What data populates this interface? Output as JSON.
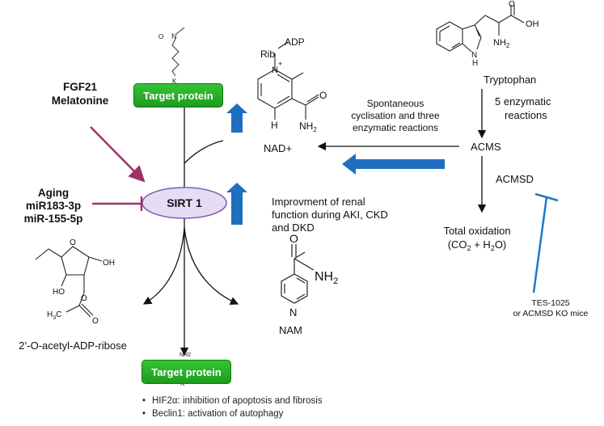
{
  "colors": {
    "green": "#22a822",
    "sirt_fill": "#e6dcf5",
    "sirt_stroke": "#7a5fb0",
    "magenta": "#a0306a",
    "blue_arrow": "#1e6fc0",
    "inhibitor_blue": "#1f78c8"
  },
  "sirt1": {
    "label": "SIRT 1"
  },
  "target_protein_top": {
    "label": "Target protein",
    "residue": "K",
    "acyl_o": "O",
    "nitrogen": "N"
  },
  "target_protein_bottom": {
    "label": "Target protein",
    "residue": "K",
    "amine": "NH2"
  },
  "activators": {
    "line1": "FGF21",
    "line2": "Melatonine"
  },
  "inhibitors": {
    "line1": "Aging",
    "line2": "miR183-3p",
    "line3": "miR-155-5p"
  },
  "nad": {
    "label": "NAD+",
    "rib": "Rib",
    "adp": "ADP",
    "n_plus": "N",
    "plus": "+",
    "h": "H",
    "o": "O",
    "nh2": "NH",
    "nh2_sub": "2"
  },
  "tryptophan": {
    "label": "Tryptophan",
    "oh": "OH",
    "o": "O",
    "nh": "N",
    "nh_h": "H",
    "nh2": "NH",
    "nh2_sub": "2"
  },
  "pathway": {
    "enzymatic": [
      "5 enzymatic",
      "reactions"
    ],
    "spontaneous": [
      "Spontaneous",
      "cyclisation and three",
      "enzymatic reactions"
    ],
    "acms": "ACMS",
    "acmsd": "ACMSD",
    "total_oxidation": "Total oxidation",
    "oxidation_products": [
      "(CO",
      "2",
      " + H",
      "2",
      "O)"
    ],
    "inhibitor_text": [
      "TES-1025",
      "or ACMSD KO mice"
    ]
  },
  "renal": [
    "Improvment of renal",
    "function during AKI, CKD",
    "and DKD"
  ],
  "nam": {
    "label": "NAM",
    "o": "O",
    "nh2": "NH",
    "nh2_sub": "2",
    "n": "N"
  },
  "acetyl_ribose": {
    "label": "2’-O-acetyl-ADP-ribose",
    "oh1": "OH",
    "ho": "HO",
    "h3c": "H",
    "h3c_sub": "3",
    "h3c_c": "C",
    "o1": "O",
    "o2": "O",
    "o3": "O"
  },
  "bullets": [
    "HIF2α: inhibition of apoptosis and fibrosis",
    "Beclin1: activation of autophagy"
  ]
}
